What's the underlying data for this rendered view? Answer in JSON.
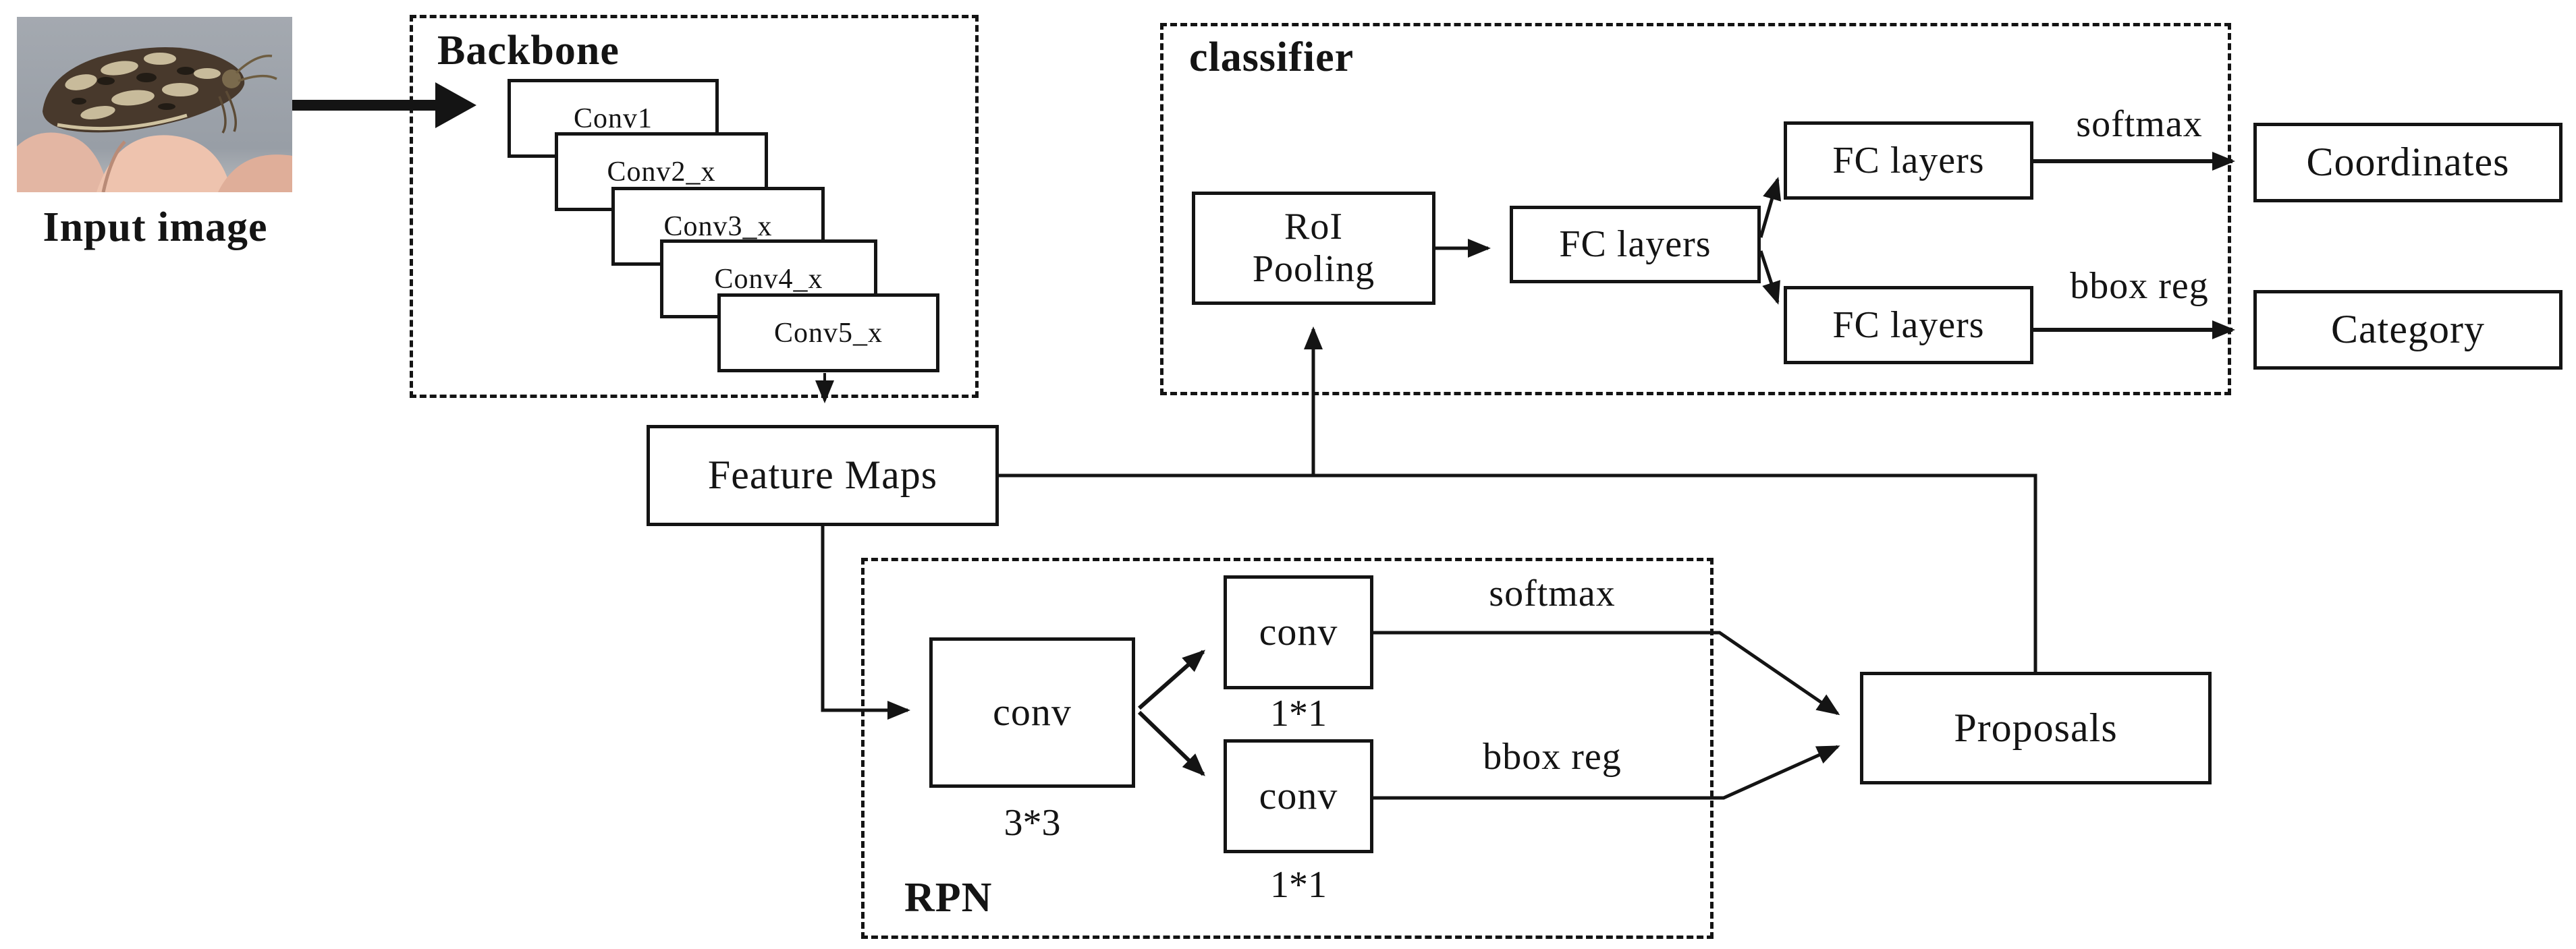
{
  "figure": {
    "type": "faster-rcnn-architecture-diagram",
    "background": "#ffffff",
    "ink_color": "#141414"
  },
  "input": {
    "caption": "Input image",
    "photo_description": "moth resting on fingertips against gray background",
    "photo_colors": {
      "background": "#9ca1a9",
      "skin": "#eec3ae",
      "moth_dark": "#48392c",
      "moth_light": "#d6caa8"
    }
  },
  "backbone": {
    "title": "Backbone",
    "conv_layers": [
      "Conv1",
      "Conv2_x",
      "Conv3_x",
      "Conv4_x",
      "Conv5_x"
    ]
  },
  "feature_maps": {
    "label": "Feature Maps"
  },
  "rpn": {
    "title": "RPN",
    "conv3x3": {
      "label": "conv",
      "kernel": "3*3"
    },
    "conv1x1_top": {
      "label": "conv",
      "kernel": "1*1"
    },
    "conv1x1_bottom": {
      "label": "conv",
      "kernel": "1*1"
    },
    "softmax_label": "softmax",
    "bbox_label": "bbox reg"
  },
  "proposals": {
    "label": "Proposals"
  },
  "classifier": {
    "title": "classifier",
    "roi_pooling": {
      "line1": "RoI",
      "line2": "Pooling"
    },
    "fc_mid": {
      "label": "FC layers"
    },
    "fc_top": {
      "label": "FC layers"
    },
    "fc_bottom": {
      "label": "FC layers"
    },
    "softmax_label": "softmax",
    "bbox_label": "bbox reg"
  },
  "outputs": {
    "coordinates": {
      "label": "Coordinates"
    },
    "category": {
      "label": "Category"
    }
  }
}
